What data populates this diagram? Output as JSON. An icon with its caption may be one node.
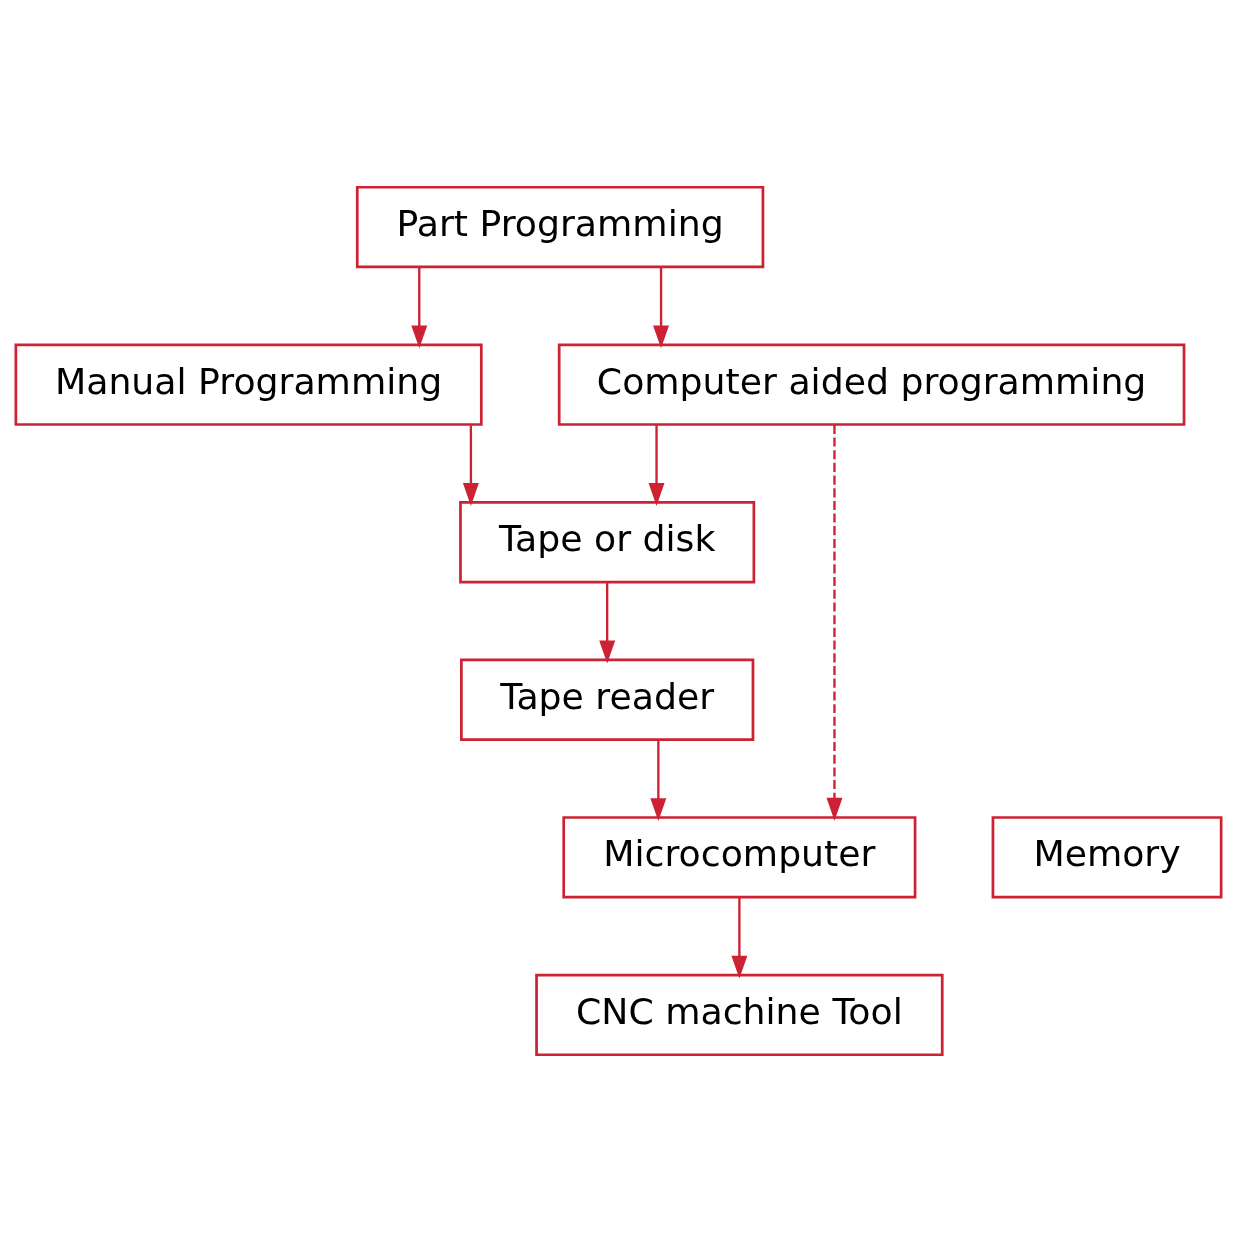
{
  "diagram": {
    "nodes": [
      {
        "text": [
          "Part Programming"
        ]
      },
      {
        "text": [
          "Manual Programming"
        ]
      },
      {
        "text": [
          "Computer aided programming"
        ]
      },
      {
        "text": [
          "Tape or disk"
        ]
      },
      {
        "text": [
          "Tape reader"
        ]
      },
      {
        "text": [
          "Microcomputer"
        ]
      },
      {
        "text": [
          "Memory"
        ]
      },
      {
        "text": [
          "CNC machine Tool"
        ]
      }
    ],
    "edges": [
      {
        "from": 0,
        "to": 1,
        "arrow": "to"
      },
      {
        "from": 0,
        "to": 2,
        "arrow": "to"
      },
      {
        "from": 1,
        "to": 3,
        "arrow": "to"
      },
      {
        "from": 2,
        "to": 3,
        "arrow": "to"
      },
      {
        "from": 3,
        "to": 4,
        "arrow": "to"
      },
      {
        "from": 4,
        "to": 5,
        "arrow": "to"
      },
      {
        "from": 2,
        "to": 5,
        "arrow": "to",
        "style": "dashed"
      },
      {
        "from": 5,
        "to": 7,
        "arrow": "to"
      }
    ]
  }
}
